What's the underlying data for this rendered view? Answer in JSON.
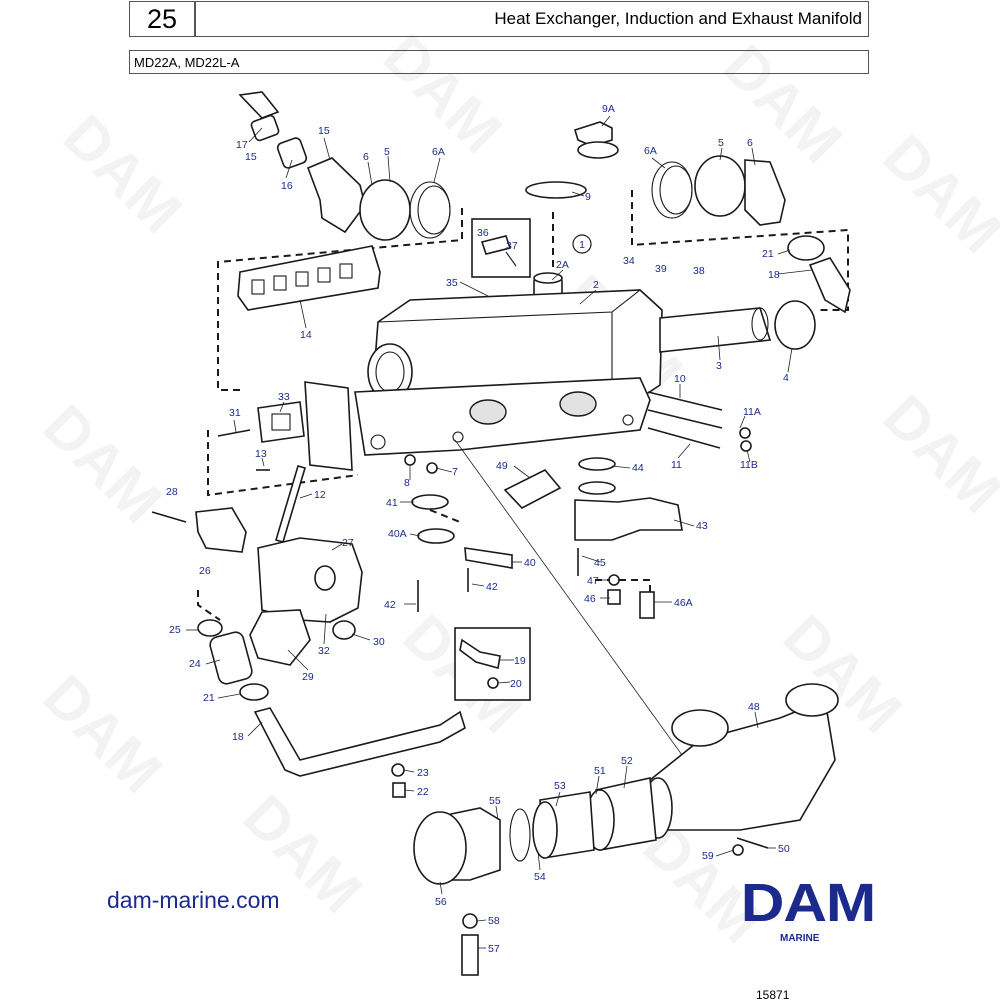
{
  "header": {
    "page_number": "25",
    "title": "Heat Exchanger, Induction and Exhaust Manifold",
    "model": "MD22A, MD22L-A"
  },
  "footer": {
    "website": "dam-marine.com",
    "logo_text": "DAM",
    "logo_subtext": "MARINE",
    "reference_number": "15871"
  },
  "watermark_text": "DAM",
  "callout_circle": "1",
  "colors": {
    "label_blue": "#1c2a8c",
    "line": "#1a1a1a",
    "background": "#ffffff"
  },
  "part_labels": [
    "17",
    "15",
    "16",
    "15",
    "6",
    "5",
    "6A",
    "9A",
    "9",
    "5",
    "6",
    "6A",
    "36",
    "37",
    "34",
    "21",
    "18",
    "2A",
    "35",
    "2",
    "39",
    "38",
    "14",
    "3",
    "4",
    "10",
    "11A",
    "11",
    "11B",
    "31",
    "33",
    "13",
    "8",
    "7",
    "49",
    "44",
    "12",
    "41",
    "43",
    "28",
    "27",
    "26",
    "40A",
    "45",
    "40",
    "47",
    "42",
    "46",
    "46A",
    "42",
    "25",
    "32",
    "30",
    "24",
    "19",
    "29",
    "20",
    "21",
    "18",
    "48",
    "23",
    "52",
    "51",
    "53",
    "22",
    "55",
    "59",
    "50",
    "54",
    "56",
    "58",
    "57"
  ]
}
